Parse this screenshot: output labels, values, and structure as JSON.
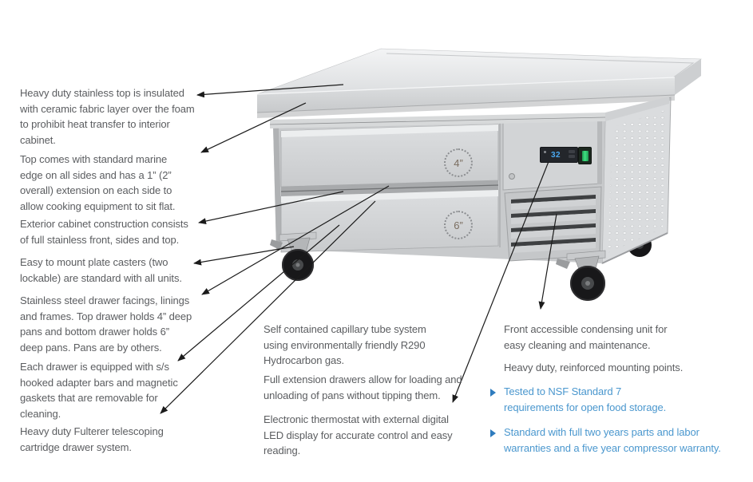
{
  "page": {
    "type": "product-feature-spec-sheet",
    "background": "#ffffff",
    "colors": {
      "body_text": "#5b5d60",
      "accent_blue_text": "#4a97ce",
      "bullet_blue": "#2f7cbe",
      "arrow_line": "#1b1b1b",
      "stainless_light": "#e9ebec",
      "stainless_mid": "#d2d4d6",
      "caster_black": "#18181a",
      "lcd_digit_blue": "#4aa8f0",
      "switch_green": "#3fe081"
    }
  },
  "product": {
    "description": "stainless-steel two-drawer refrigerated chef base",
    "drawer_labels": [
      {
        "text": "4”"
      },
      {
        "text": "6”"
      }
    ],
    "display_value": "32",
    "icons": [
      "temperature-lcd-display",
      "power-switch-icon",
      "caster-wheel-icon",
      "louver-vent-icon",
      "perforated-panel-icon"
    ]
  },
  "annotations": {
    "left": [
      {
        "text": "Heavy duty stainless top is insulated\nwith ceramic fabric layer over the foam\nto prohibit heat transfer to interior\ncabinet."
      },
      {
        "text": "Top comes with standard marine\nedge on all sides and has a 1” (2”\noverall) extension on each side to\nallow cooking equipment to sit flat."
      },
      {
        "text": "Exterior cabinet construction consists\nof full stainless front, sides and top."
      },
      {
        "text": "Easy to mount plate casters (two\nlockable) are standard with all units."
      },
      {
        "text": "Stainless steel drawer facings, linings\nand frames. Top drawer holds 4” deep\npans and bottom drawer holds 6”\ndeep pans. Pans are by others."
      },
      {
        "text": "Each drawer is equipped with s/s\nhooked adapter bars and magnetic\ngaskets that are removable for\ncleaning."
      },
      {
        "text": "Heavy duty Fulterer telescoping\ncartridge drawer system."
      }
    ],
    "bottom": [
      {
        "text": "Self contained capillary tube system\nusing environmentally friendly R290\nHydrocarbon gas."
      },
      {
        "text": "Full extension drawers allow for loading and\nunloading of pans without tipping them."
      },
      {
        "text": "Electronic thermostat with external digital\nLED display for accurate  control and easy\nreading."
      }
    ],
    "right": [
      {
        "text": "Front accessible condensing unit for\neasy cleaning and maintenance."
      },
      {
        "text": "Heavy duty, reinforced mounting points."
      }
    ],
    "right_bullets": [
      {
        "text": "Tested to NSF Standard 7\nrequirements for open food storage.",
        "bullet_icon": "triangle-right"
      },
      {
        "text": "Standard with full two years parts and labor\nwarranties and a five year compressor warranty.",
        "bullet_icon": "triangle-right"
      }
    ]
  }
}
